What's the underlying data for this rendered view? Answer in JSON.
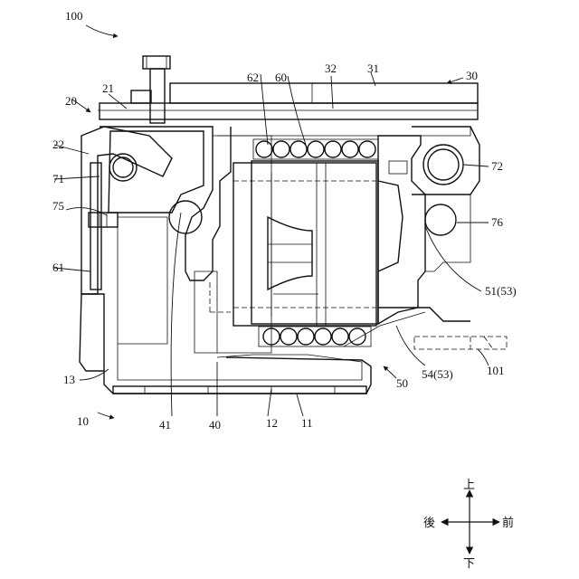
{
  "refs": {
    "r100": "100",
    "r10": "10",
    "r11": "11",
    "r12": "12",
    "r13": "13",
    "r20": "20",
    "r21": "21",
    "r22": "22",
    "r30": "30",
    "r31": "31",
    "r32": "32",
    "r40": "40",
    "r41": "41",
    "r50": "50",
    "r51": "51(53)",
    "r54": "54(53)",
    "r60": "60",
    "r61": "61",
    "r62": "62",
    "r71": "71",
    "r72": "72",
    "r75": "75",
    "r76": "76",
    "r101": "101"
  },
  "directions": {
    "up": "上",
    "down": "下",
    "back": "後",
    "front": "前"
  }
}
